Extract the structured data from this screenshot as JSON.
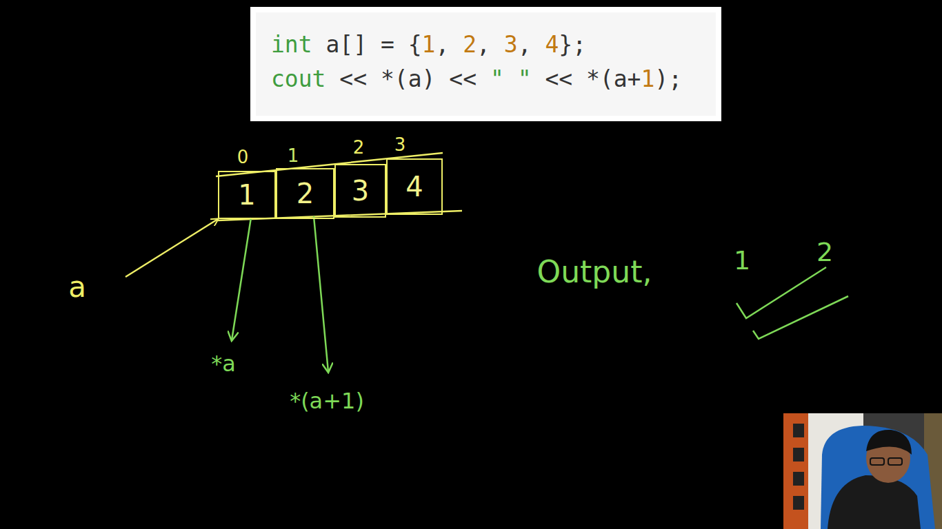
{
  "diagram": {
    "nodes": [
      {
        "text": [
          "int a[] = {1, 2, 3, 4};",
          "cout << *(a) << \" \" << *(a+1);"
        ]
      },
      {
        "text": [
          "1"
        ]
      },
      {
        "text": [
          "2"
        ]
      },
      {
        "text": [
          "3"
        ]
      },
      {
        "text": [
          "4"
        ]
      }
    ],
    "labels": [
      "0",
      "1",
      "2",
      "3",
      "a",
      "*a",
      "*(a+1)",
      "Output,",
      "1",
      "2"
    ]
  }
}
